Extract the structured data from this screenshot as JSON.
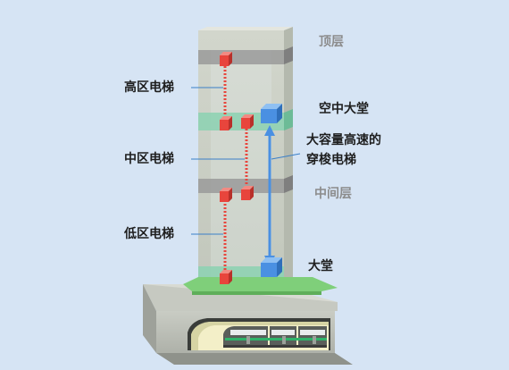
{
  "labels": {
    "top_floor": "顶层",
    "high_zone_elevator": "高区电梯",
    "sky_lobby": "空中大堂",
    "express_line1": "大容量高速的",
    "express_line2": "穿梭电梯",
    "mid_zone_elevator": "中区电梯",
    "middle_floor": "中间层",
    "low_zone_elevator": "低区电梯",
    "lobby": "大堂"
  },
  "colors": {
    "background": "#d6e4f4",
    "building_front": "#c8cdc2",
    "building_side": "#b0b5aa",
    "floor_band": "#9a9a9a",
    "lobby_band": "#8fd2b2",
    "local_car": "#e8453c",
    "express_car": "#4a90e2",
    "label_dark": "#1e1e1e",
    "label_grey": "#8c8c8c"
  },
  "icons": {
    "local_elevator_car": "red-cube-icon",
    "express_elevator_car": "blue-cube-icon",
    "subway_train": "train-icon"
  }
}
